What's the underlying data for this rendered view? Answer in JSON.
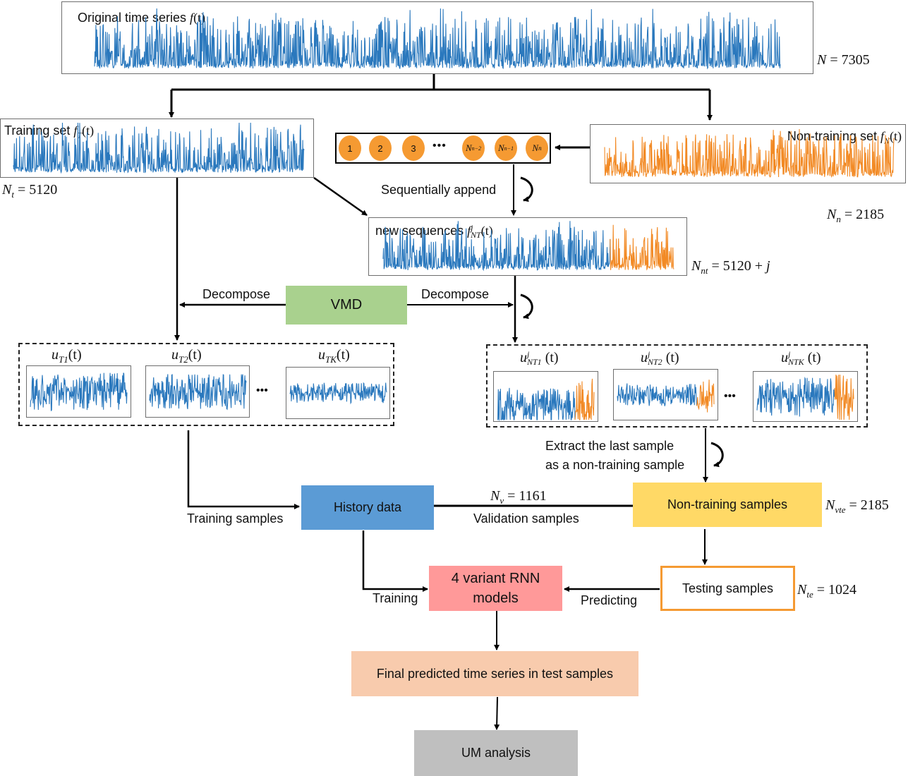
{
  "colors": {
    "blue_series": "#2a78bd",
    "orange_series": "#f28a25",
    "vmd_fill": "#a9d18e",
    "history_fill": "#5b9bd5",
    "nontraining_fill": "#ffd966",
    "rnn_fill": "#ff9999",
    "testing_border": "#f59a32",
    "final_fill": "#f8cbad",
    "um_fill": "#bfbfbf",
    "circle_fill": "#f59a32"
  },
  "original": {
    "label": "Original time series ",
    "func": "f",
    "arg": "(t)",
    "count_symbol": "N",
    "count_value": " = 7305"
  },
  "training": {
    "label": "Training set ",
    "func": "f",
    "sub": "T",
    "arg": "(t)",
    "count_symbol": "N",
    "count_sub": "t",
    "count_value": " = 5120"
  },
  "nontraining": {
    "label": "Non-training set ",
    "func": "f",
    "sub": "N",
    "arg": "(t)",
    "count_symbol": "N",
    "count_sub": "n",
    "count_value": " = 2185"
  },
  "sample_queue": {
    "items": [
      "1",
      "2",
      "3"
    ],
    "ellipsis": "•••",
    "tail": [
      {
        "sym": "N",
        "sub": "n−2"
      },
      {
        "sym": "N",
        "sub": "n−1"
      },
      {
        "sym": "N",
        "sub": "n"
      }
    ]
  },
  "sequential_append": "Sequentially append",
  "new_sequences": {
    "label": "new sequences ",
    "func": "f",
    "sup": "j",
    "sub": "NT",
    "arg": "(t)",
    "count_symbol": "N",
    "count_sub": "nt",
    "count_value": " = 5120 + ",
    "count_var": "j"
  },
  "vmd": {
    "label": "VMD",
    "left_edge_label": "Decompose",
    "right_edge_label": "Decompose"
  },
  "training_modes": {
    "items": [
      {
        "sym": "u",
        "sub": "T1",
        "arg": "(t)"
      },
      {
        "sym": "u",
        "sub": "T2",
        "arg": "(t)"
      },
      {
        "sym": "u",
        "sub": "TK",
        "arg": "(t)"
      }
    ],
    "ellipsis": "•••"
  },
  "nt_modes": {
    "items": [
      {
        "sym": "u",
        "sup": "j",
        "sub": "NT1",
        "arg": " (t)"
      },
      {
        "sym": "u",
        "sup": "j",
        "sub": "NT2",
        "arg": " (t)"
      },
      {
        "sym": "u",
        "sup": "j",
        "sub": "NTK",
        "arg": " (t)"
      }
    ],
    "ellipsis": "•••"
  },
  "extract_label": [
    "Extract the last sample",
    "as a non-training sample"
  ],
  "history": {
    "label": "History data",
    "training_samples_label": "Training samples"
  },
  "non_training_samples": {
    "label": "Non-training samples",
    "count_symbol": "N",
    "count_sub": "vte",
    "count_value": " = 2185"
  },
  "validation": {
    "label": "Validation samples",
    "count_symbol": "N",
    "count_sub": "v",
    "count_value": " = 1161"
  },
  "rnn": {
    "line1": "4 variant RNN",
    "line2": "models",
    "training_label": "Training",
    "predicting_label": "Predicting"
  },
  "testing": {
    "label": "Testing samples",
    "count_symbol": "N",
    "count_sub": "te",
    "count_value": " = 1024"
  },
  "final": {
    "label": "Final predicted time series in test samples"
  },
  "um": {
    "label": "UM analysis"
  }
}
